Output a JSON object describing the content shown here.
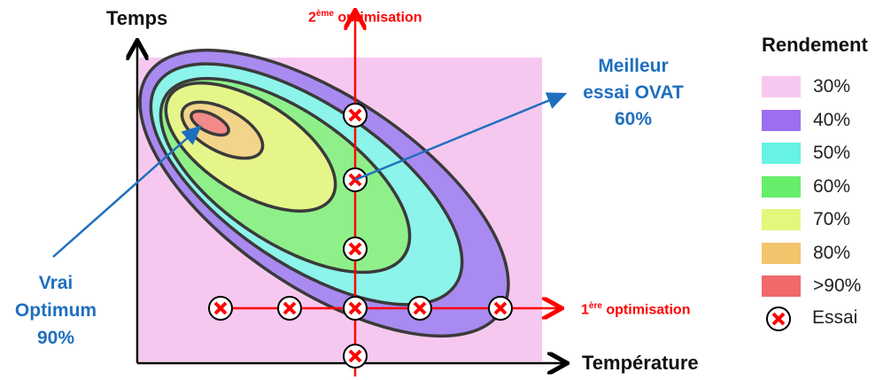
{
  "axes": {
    "y_label": "Temps",
    "x_label": "Température"
  },
  "optimisations": {
    "second": {
      "sup": "ème",
      "text": "2",
      "rest": " optimisation"
    },
    "first": {
      "text": "1",
      "sup": "ère",
      "rest": " optimisation"
    }
  },
  "annotations": {
    "best_ovat": [
      "Meilleur",
      "essai OVAT",
      "60%"
    ],
    "true_opt": [
      "Vrai",
      "Optimum",
      "90%"
    ]
  },
  "legend": {
    "title": "Rendement",
    "items": [
      {
        "label": "30%",
        "color": "#f7c8ef"
      },
      {
        "label": "40%",
        "color": "#9b6ff0"
      },
      {
        "label": "50%",
        "color": "#66f2e4"
      },
      {
        "label": "60%",
        "color": "#66ee6a"
      },
      {
        "label": "70%",
        "color": "#e4f77c"
      },
      {
        "label": "80%",
        "color": "#f2c46b"
      },
      {
        "label": ">90%",
        "color": "#f06a6a"
      }
    ],
    "trial_label": "Essai"
  },
  "colors": {
    "line": "#ff0000",
    "annotation": "#1f6fbf",
    "contour": "#3a3a3a"
  }
}
